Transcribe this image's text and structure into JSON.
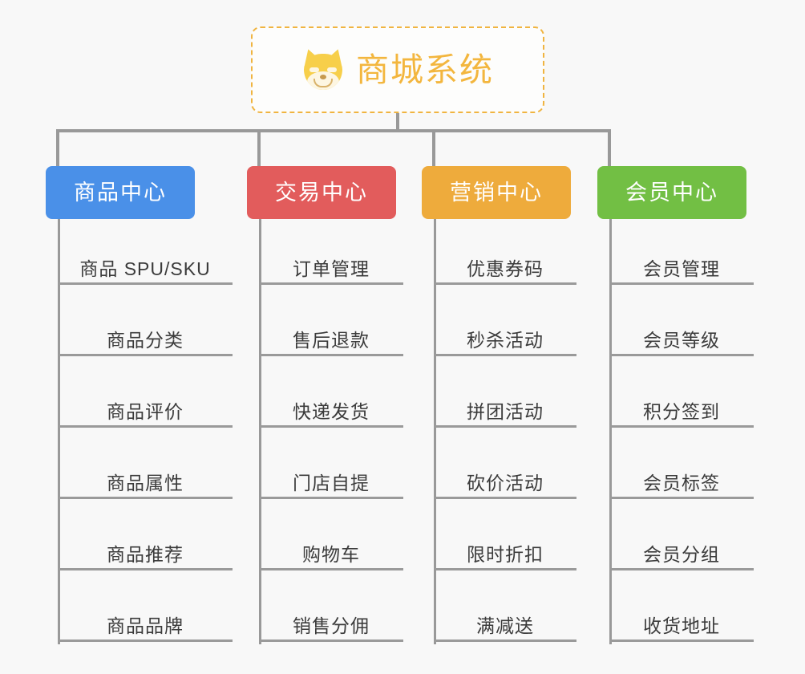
{
  "background_color": "#f8f8f8",
  "root": {
    "icon": "shiba-dog-face-icon",
    "title": "商城系统",
    "title_color": "#f3b63e",
    "border_color": "#f0b440",
    "border_style": "dashed"
  },
  "connector_color": "#999999",
  "columns": [
    {
      "key": "product",
      "label": "商品中心",
      "color": "#4a90e8",
      "items": [
        "商品 SPU/SKU",
        "商品分类",
        "商品评价",
        "商品属性",
        "商品推荐",
        "商品品牌"
      ]
    },
    {
      "key": "trade",
      "label": "交易中心",
      "color": "#e25c5c",
      "items": [
        "订单管理",
        "售后退款",
        "快递发货",
        "门店自提",
        "购物车",
        "销售分佣"
      ]
    },
    {
      "key": "marketing",
      "label": "营销中心",
      "color": "#eeab3c",
      "items": [
        "优惠券码",
        "秒杀活动",
        "拼团活动",
        "砍价活动",
        "限时折扣",
        "满减送"
      ]
    },
    {
      "key": "member",
      "label": "会员中心",
      "color": "#72bf44",
      "items": [
        "会员管理",
        "会员等级",
        "积分签到",
        "会员标签",
        "会员分组",
        "收货地址"
      ]
    }
  ]
}
